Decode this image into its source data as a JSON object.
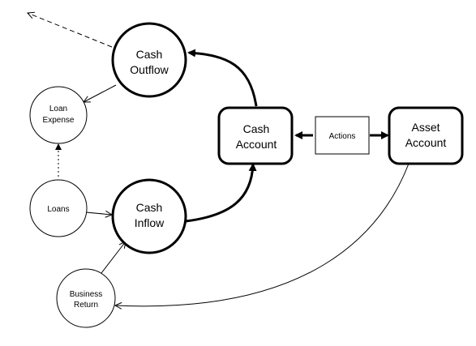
{
  "nodes": {
    "cash_outflow": {
      "line1": "Cash",
      "line2": "Outflow"
    },
    "loan_expense": {
      "line1": "Loan",
      "line2": "Expense"
    },
    "cash_account": {
      "line1": "Cash",
      "line2": "Account"
    },
    "actions": {
      "label": "Actions"
    },
    "asset_account": {
      "line1": "Asset",
      "line2": "Account"
    },
    "loans": {
      "label": "Loans"
    },
    "cash_inflow": {
      "line1": "Cash",
      "line2": "Inflow"
    },
    "business_return": {
      "line1": "Business",
      "line2": "Return"
    }
  },
  "colors": {
    "stroke": "#000000",
    "fill": "#ffffff"
  }
}
